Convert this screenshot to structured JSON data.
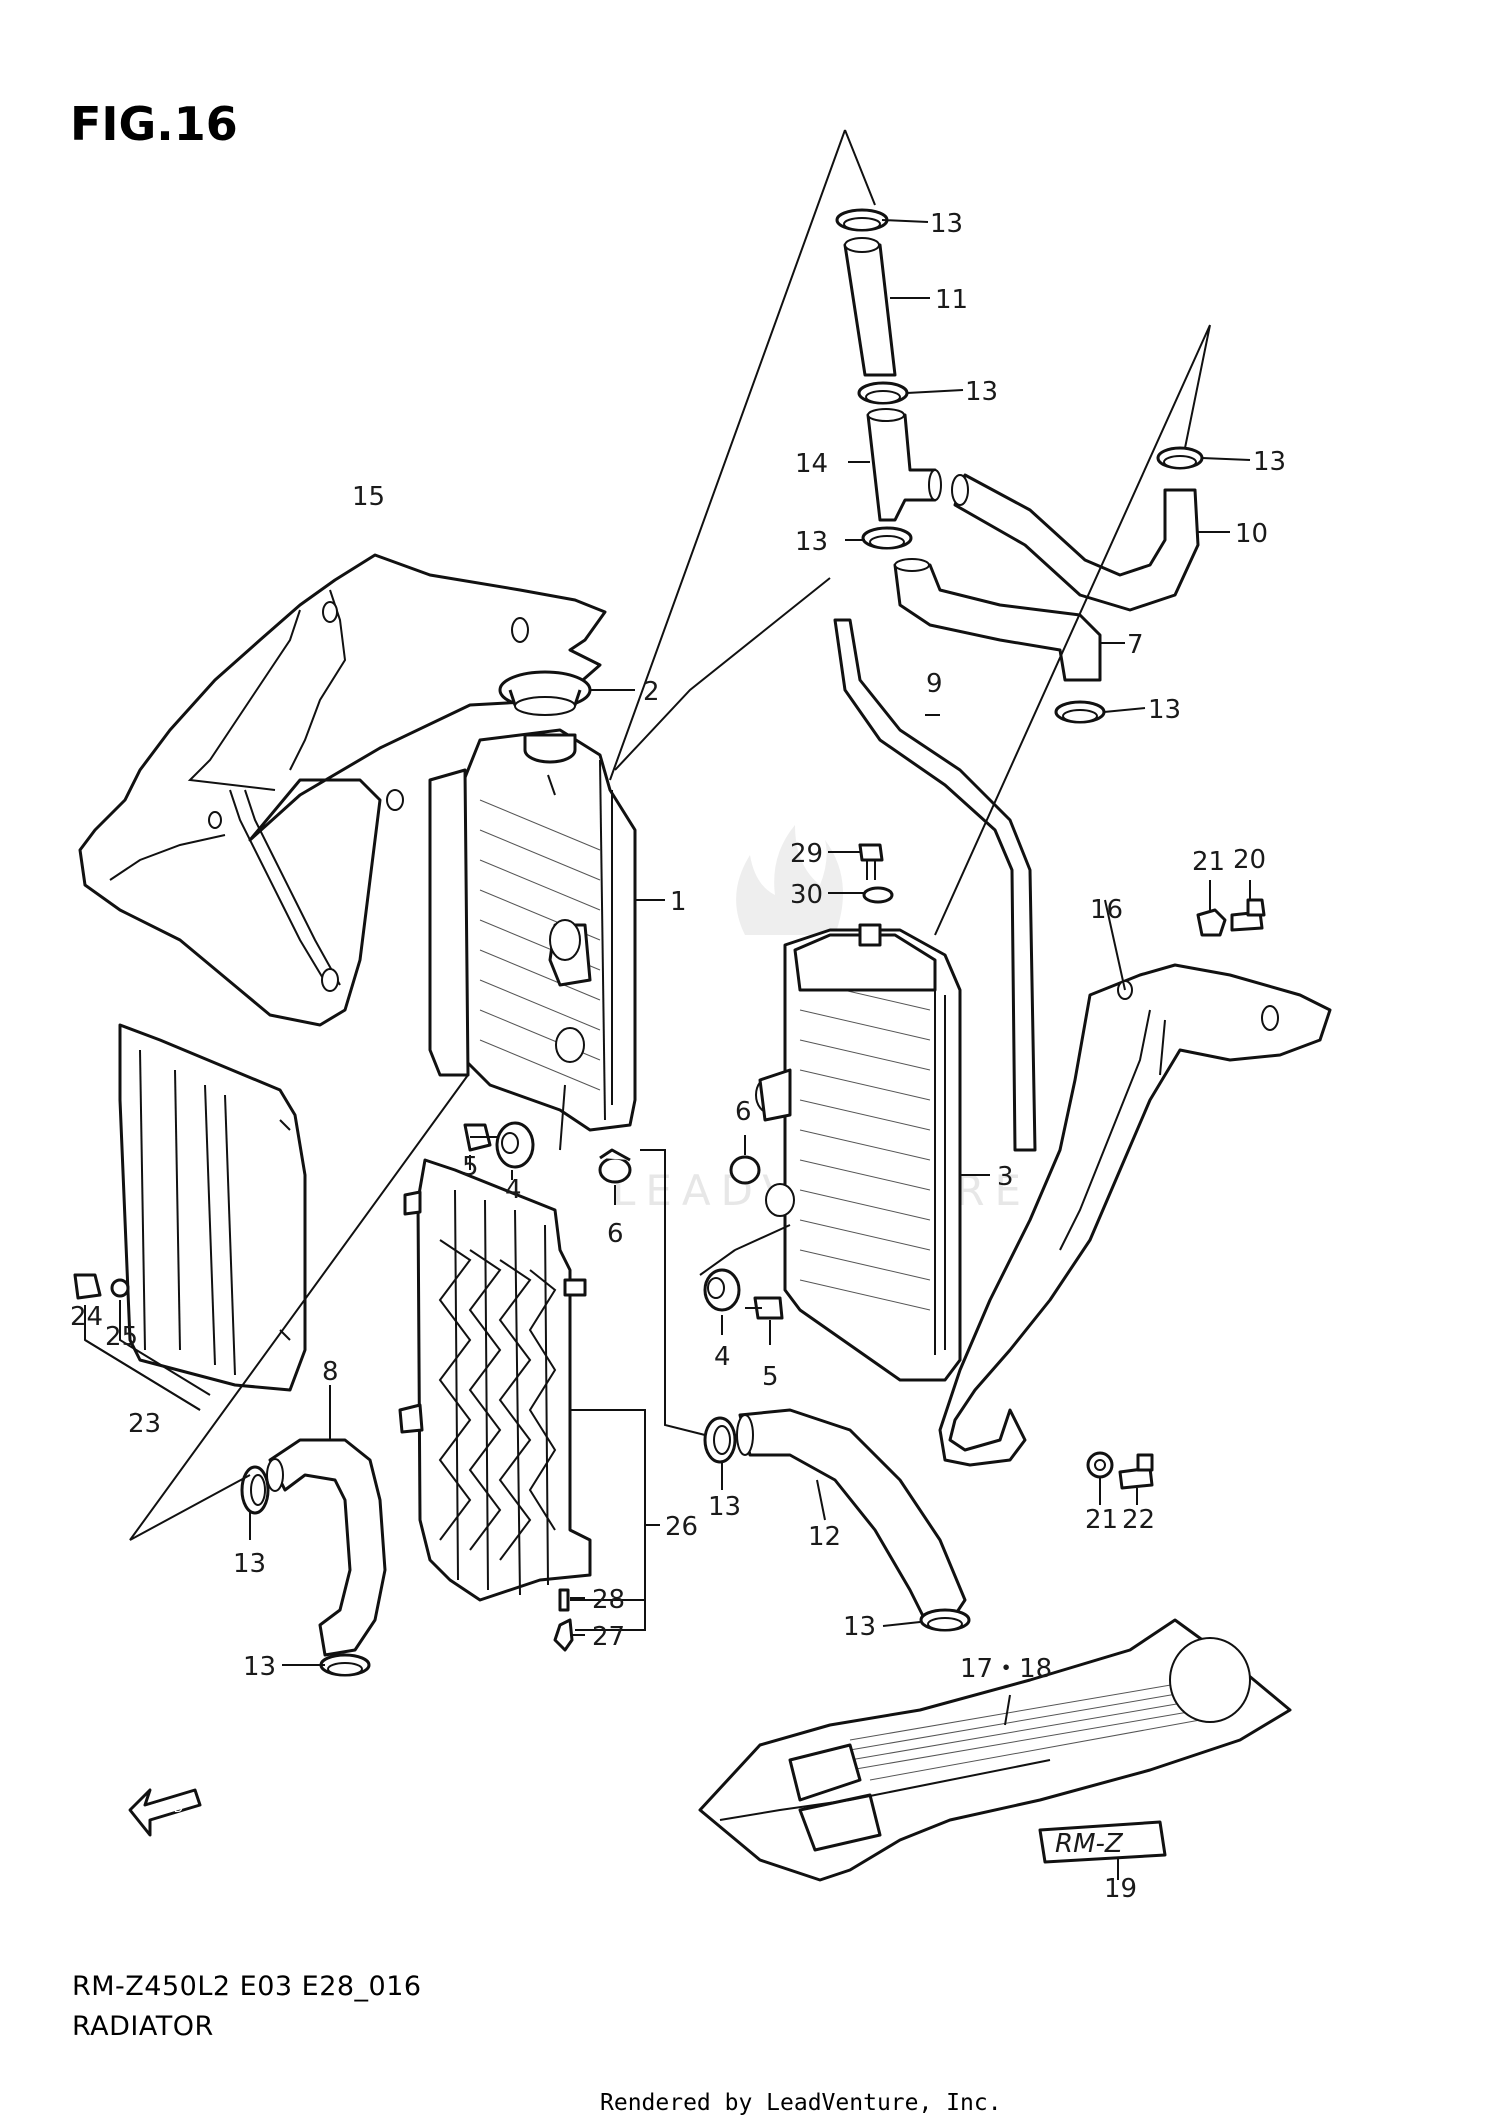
{
  "figure": {
    "title": "FIG.16",
    "model_code": "RM-Z450L2 E03 E28_016",
    "name": "RADIATOR",
    "footer": "Rendered by LeadVenture, Inc.",
    "watermark": "LEADVENTURE",
    "fwd_label": "FWD",
    "decal_badge": "RM-Z"
  },
  "callouts": [
    {
      "id": "c-13-top",
      "text": "13"
    },
    {
      "id": "c-11",
      "text": "11"
    },
    {
      "id": "c-13-b",
      "text": "13"
    },
    {
      "id": "c-14",
      "text": "14"
    },
    {
      "id": "c-13-c",
      "text": "13"
    },
    {
      "id": "c-13-d",
      "text": "13"
    },
    {
      "id": "c-10",
      "text": "10"
    },
    {
      "id": "c-7",
      "text": "7"
    },
    {
      "id": "c-13-e",
      "text": "13"
    },
    {
      "id": "c-9",
      "text": "9"
    },
    {
      "id": "c-15",
      "text": "15"
    },
    {
      "id": "c-2",
      "text": "2"
    },
    {
      "id": "c-1",
      "text": "1"
    },
    {
      "id": "c-29",
      "text": "29"
    },
    {
      "id": "c-30",
      "text": "30"
    },
    {
      "id": "c-21-top",
      "text": "21"
    },
    {
      "id": "c-20",
      "text": "20"
    },
    {
      "id": "c-16",
      "text": "16"
    },
    {
      "id": "c-5-l",
      "text": "5"
    },
    {
      "id": "c-4-l",
      "text": "4"
    },
    {
      "id": "c-6-l",
      "text": "6"
    },
    {
      "id": "c-6-r",
      "text": "6"
    },
    {
      "id": "c-3",
      "text": "3"
    },
    {
      "id": "c-24",
      "text": "24"
    },
    {
      "id": "c-25",
      "text": "25"
    },
    {
      "id": "c-23",
      "text": "23"
    },
    {
      "id": "c-4-r",
      "text": "4"
    },
    {
      "id": "c-5-r",
      "text": "5"
    },
    {
      "id": "c-8",
      "text": "8"
    },
    {
      "id": "c-13-f",
      "text": "13"
    },
    {
      "id": "c-26",
      "text": "26"
    },
    {
      "id": "c-13-g",
      "text": "13"
    },
    {
      "id": "c-12",
      "text": "12"
    },
    {
      "id": "c-21-bot",
      "text": "21"
    },
    {
      "id": "c-22",
      "text": "22"
    },
    {
      "id": "c-28",
      "text": "28"
    },
    {
      "id": "c-27",
      "text": "27"
    },
    {
      "id": "c-13-h",
      "text": "13"
    },
    {
      "id": "c-13-i",
      "text": "13"
    },
    {
      "id": "c-17-18",
      "text": "17・18"
    },
    {
      "id": "c-19",
      "text": "19"
    }
  ]
}
